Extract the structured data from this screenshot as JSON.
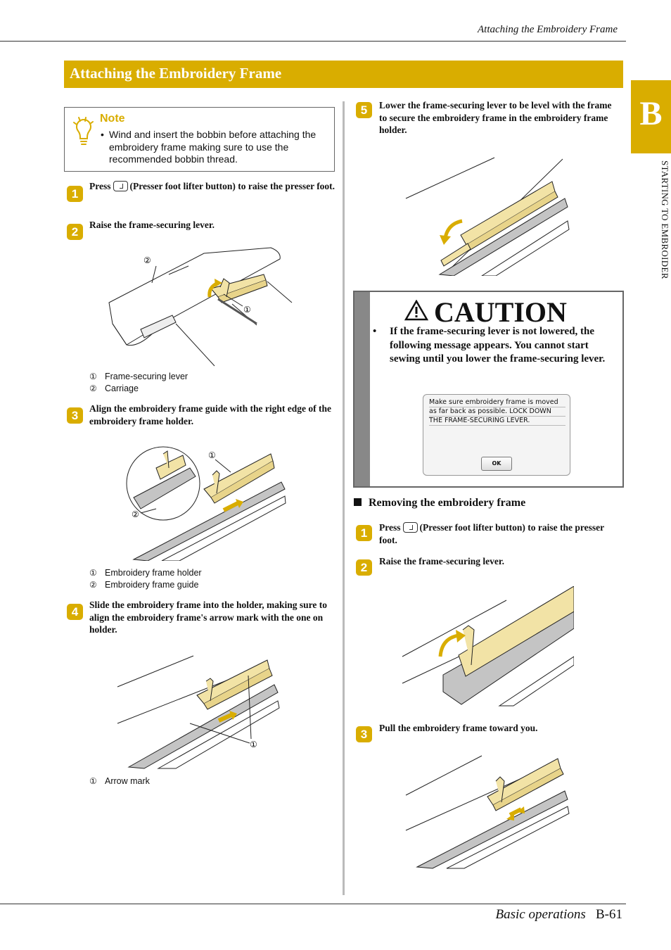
{
  "header": {
    "running_title": "Attaching the Embroidery Frame"
  },
  "side_tab": {
    "letter": "B",
    "label": "STARTING TO EMBROIDER"
  },
  "section": {
    "title": "Attaching the Embroidery Frame"
  },
  "note": {
    "title": "Note",
    "bullet": "•",
    "text": "Wind and insert the bobbin before attaching the embroidery frame making sure to use the recommended bobbin thread."
  },
  "steps_left": [
    {
      "num": "1",
      "text_before": "Press",
      "text_after": "(Presser foot lifter button) to raise the presser foot."
    },
    {
      "num": "2",
      "text": "Raise the frame-securing lever."
    },
    {
      "num": "3",
      "text": "Align the embroidery frame guide with the right edge of the embroidery frame holder."
    },
    {
      "num": "4",
      "text": "Slide the embroidery frame into the holder, making sure to align the embroidery frame's arrow mark with the one on holder."
    }
  ],
  "legend_step2": [
    {
      "n": "①",
      "t": "Frame-securing lever"
    },
    {
      "n": "②",
      "t": "Carriage"
    }
  ],
  "legend_step3": [
    {
      "n": "①",
      "t": "Embroidery frame holder"
    },
    {
      "n": "②",
      "t": "Embroidery frame guide"
    }
  ],
  "legend_step4": [
    {
      "n": "①",
      "t": "Arrow mark"
    }
  ],
  "callouts": {
    "one": "①",
    "two": "②"
  },
  "step5": {
    "num": "5",
    "text": "Lower the frame-securing lever to be level with the frame to secure the embroidery frame in the embroidery frame holder."
  },
  "caution": {
    "title": "CAUTION",
    "bullet": "•",
    "text": "If the frame-securing lever is not lowered, the following message appears. You cannot start sewing until you lower the frame-securing lever.",
    "message_lines": [
      "Make sure embroidery frame is moved",
      "as far back as possible. LOCK DOWN",
      "THE FRAME-SECURING LEVER."
    ],
    "ok_label": "OK"
  },
  "removing": {
    "heading": "Removing the embroidery frame",
    "steps": [
      {
        "num": "1",
        "text_before": "Press",
        "text_after": "(Presser foot lifter button) to raise the presser foot."
      },
      {
        "num": "2",
        "text": "Raise the frame-securing lever."
      },
      {
        "num": "3",
        "text": "Pull the embroidery frame toward you."
      }
    ]
  },
  "footer": {
    "section": "Basic operations",
    "page": "B-61"
  },
  "colors": {
    "accent": "#d9ad00",
    "holder": "#f2e3a6",
    "frame_gray": "#b8b8b8"
  }
}
